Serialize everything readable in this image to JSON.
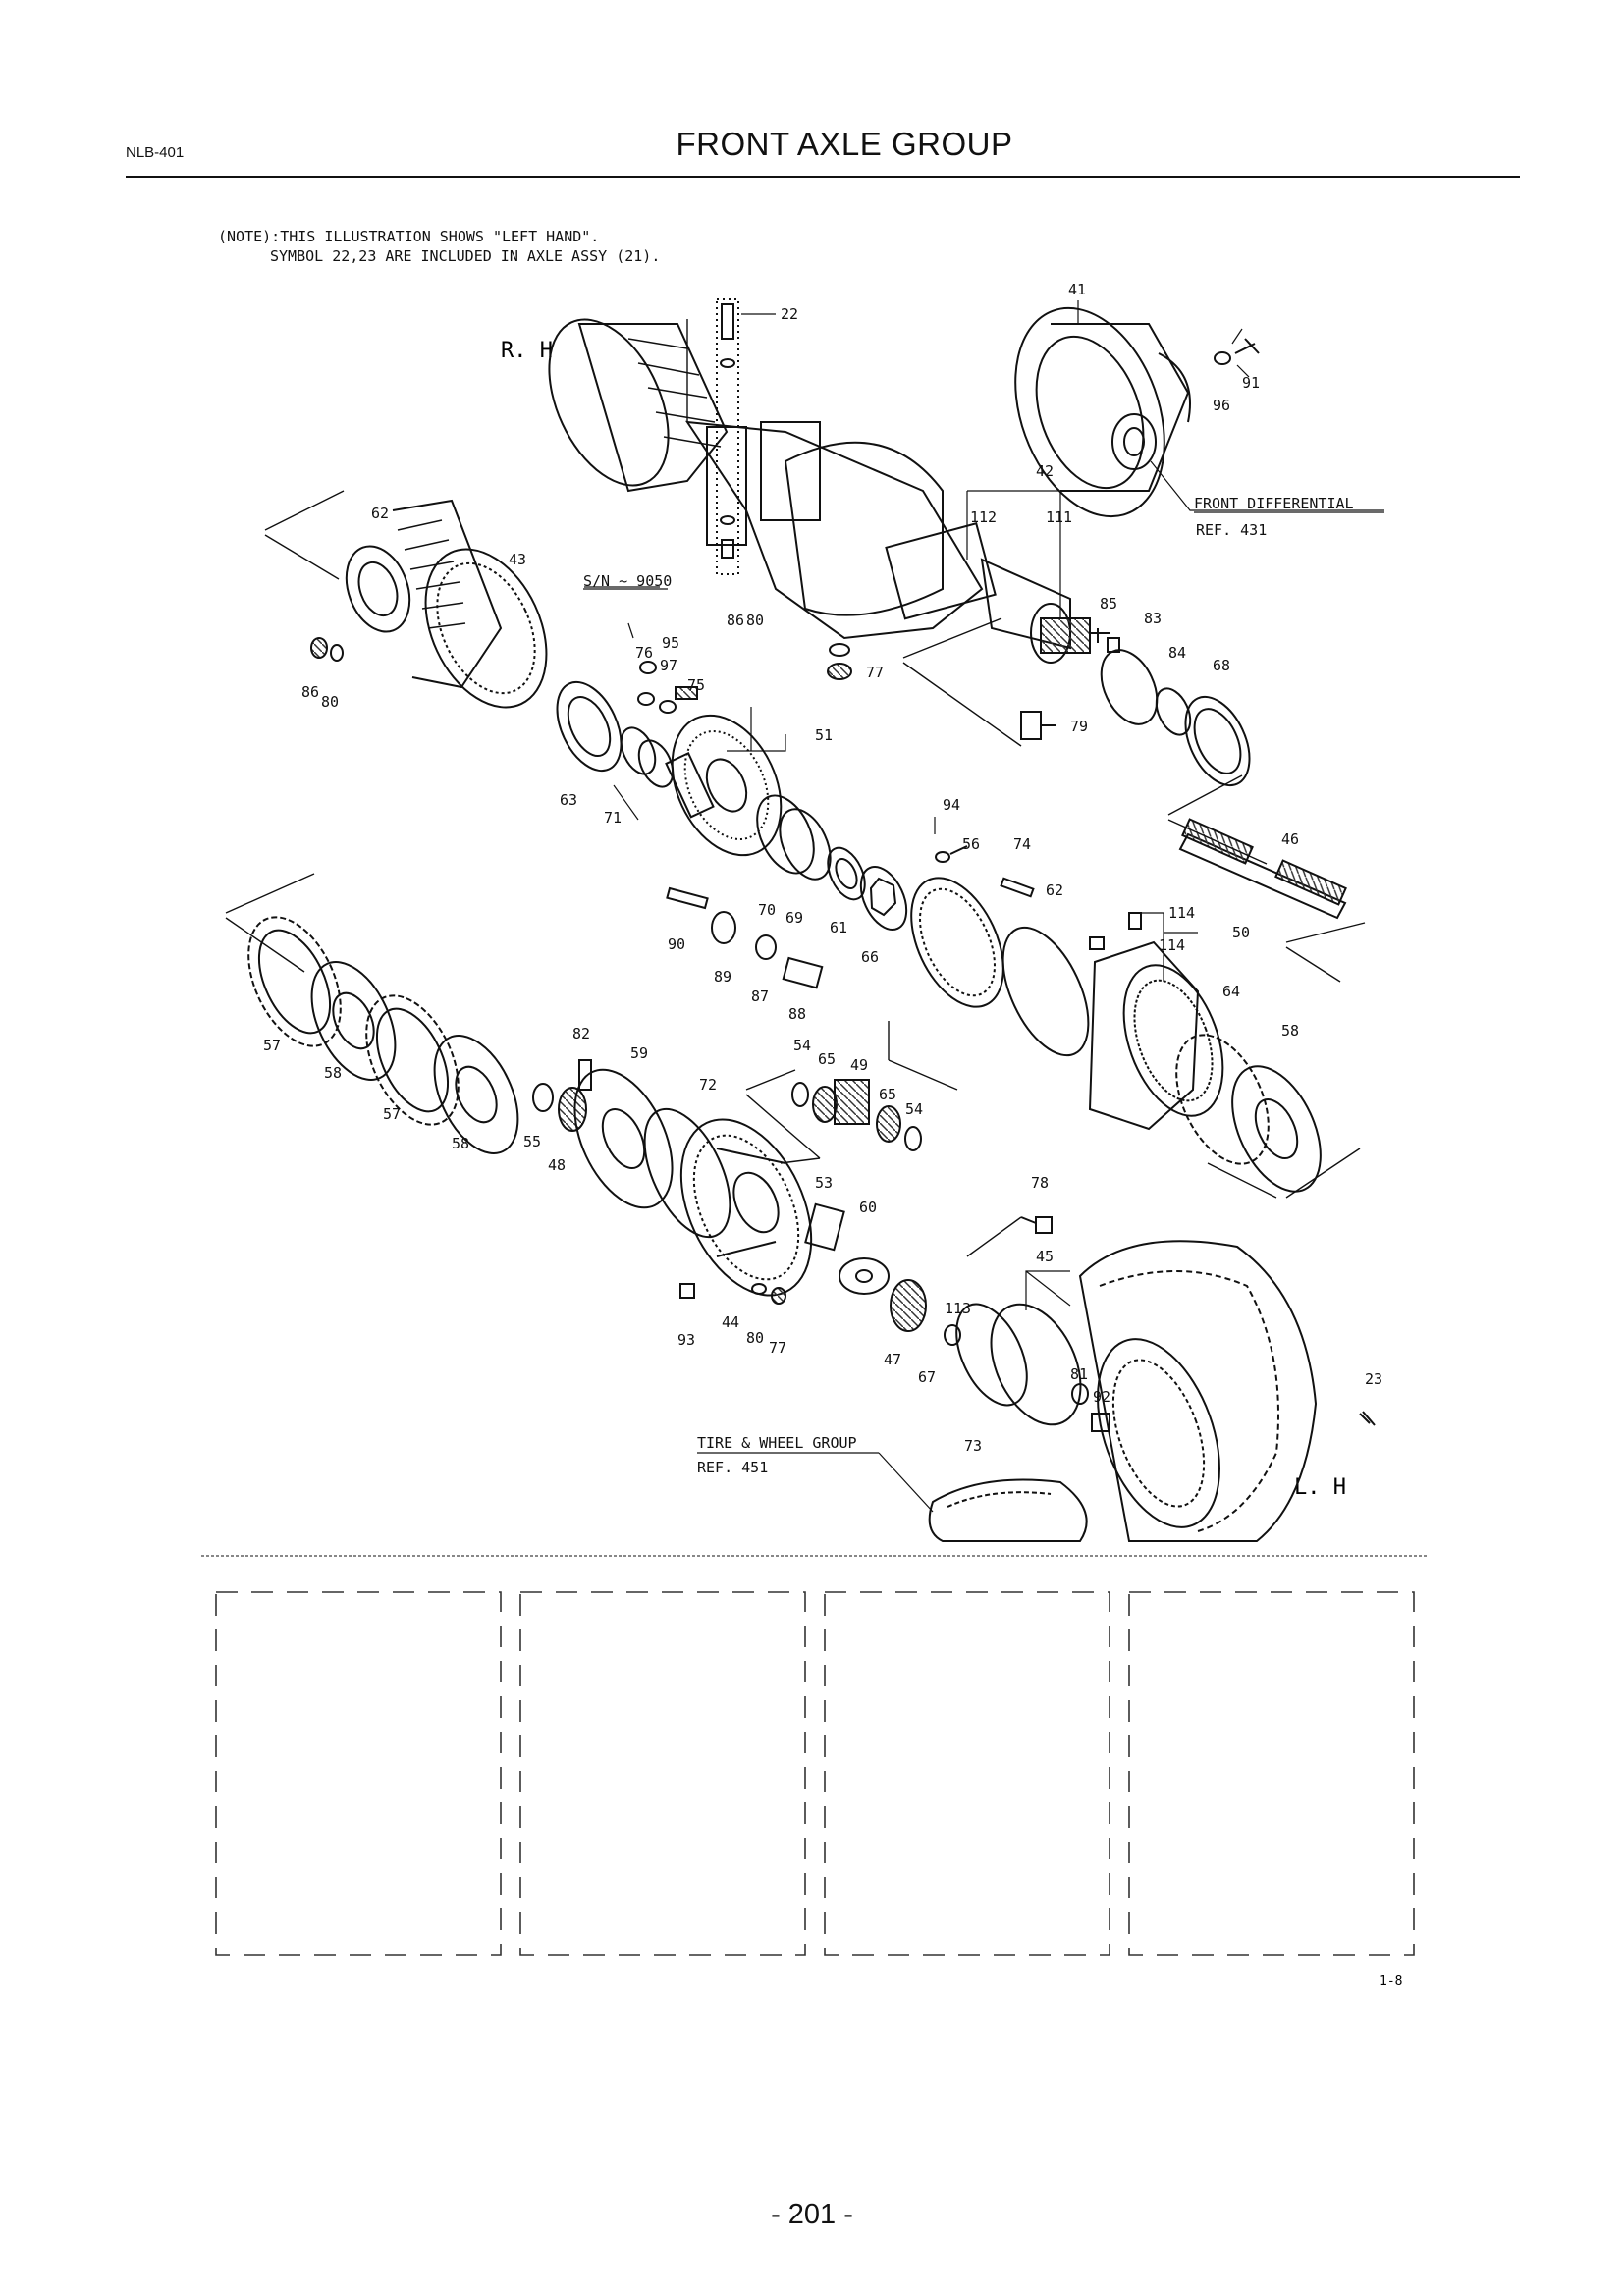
{
  "header": {
    "doc_code": "NLB-401",
    "title": "FRONT AXLE GROUP"
  },
  "note": {
    "line1": "(NOTE):THIS ILLUSTRATION SHOWS \"LEFT HAND\".",
    "line2": "SYMBOL 22,23 ARE INCLUDED IN AXLE ASSY (21)."
  },
  "side_labels": {
    "rh": "R. H",
    "lh": "L. H"
  },
  "references": {
    "front_differential": "FRONT DIFFERENTIAL",
    "front_differential_ref": "REF. 431",
    "tire_wheel": "TIRE & WHEEL GROUP",
    "tire_wheel_ref": "REF. 451",
    "serial": "S/N ~ 9050"
  },
  "callouts": [
    "22",
    "41",
    "91",
    "96",
    "42",
    "112",
    "111",
    "62",
    "43",
    "95",
    "86",
    "80",
    "76",
    "97",
    "75",
    "85",
    "83",
    "84",
    "68",
    "86",
    "80",
    "77",
    "79",
    "51",
    "63",
    "71",
    "94",
    "56",
    "74",
    "62",
    "70",
    "69",
    "61",
    "66",
    "90",
    "89",
    "87",
    "88",
    "46",
    "114",
    "114",
    "50",
    "64",
    "58",
    "57",
    "58",
    "57",
    "58",
    "55",
    "48",
    "82",
    "59",
    "72",
    "54",
    "65",
    "49",
    "65",
    "54",
    "53",
    "60",
    "78",
    "45",
    "113",
    "93",
    "44",
    "80",
    "77",
    "47",
    "67",
    "81",
    "92",
    "73",
    "23"
  ],
  "sheet_id": "1-8",
  "page_number": "- 201 -"
}
